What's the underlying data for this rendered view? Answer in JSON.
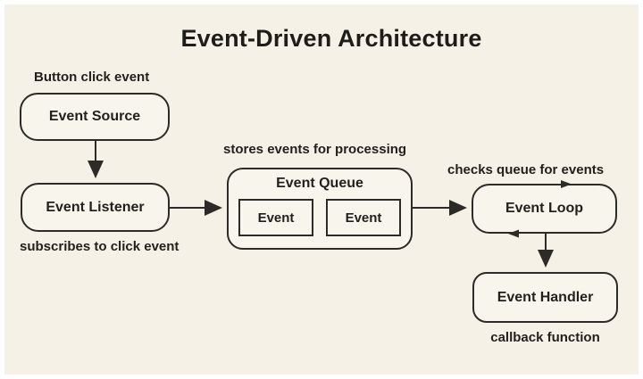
{
  "title": "Event-Driven Architecture",
  "colors": {
    "background": "#f5f1e7",
    "frame": "#ffffff",
    "node_border": "#2d2b28",
    "node_fill": "#f8f5ec",
    "text": "#221f1c"
  },
  "nodes": {
    "event_source": {
      "label": "Event Source",
      "annotation": "Button click event"
    },
    "event_listener": {
      "label": "Event Listener",
      "annotation": "subscribes to click event"
    },
    "event_queue": {
      "label": "Event Queue",
      "annotation": "stores events for processing",
      "items": [
        "Event",
        "Event"
      ]
    },
    "event_loop": {
      "label": "Event Loop",
      "annotation": "checks queue for events"
    },
    "event_handler": {
      "label": "Event Handler",
      "annotation": "callback function"
    }
  }
}
